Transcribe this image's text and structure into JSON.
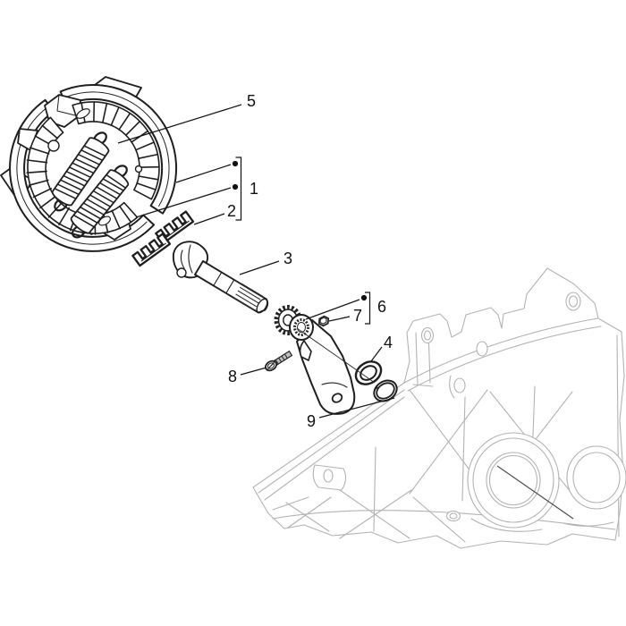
{
  "colors": {
    "background": "#ffffff",
    "ink": "#1f1f1f",
    "ghost_line": "#b3b3b3",
    "axis_line": "#4f4f4f",
    "callout_text": "#111111"
  },
  "callouts": [
    {
      "label": "1",
      "kind": "bracket-group",
      "dot_markers": 2
    },
    {
      "label": "2",
      "kind": "leader"
    },
    {
      "label": "3",
      "kind": "leader"
    },
    {
      "label": "4",
      "kind": "leader"
    },
    {
      "label": "5",
      "kind": "leader"
    },
    {
      "label": "6",
      "kind": "bracket-group",
      "dot_markers": 1
    },
    {
      "label": "7",
      "kind": "leader"
    },
    {
      "label": "8",
      "kind": "leader"
    },
    {
      "label": "9",
      "kind": "leader"
    }
  ]
}
